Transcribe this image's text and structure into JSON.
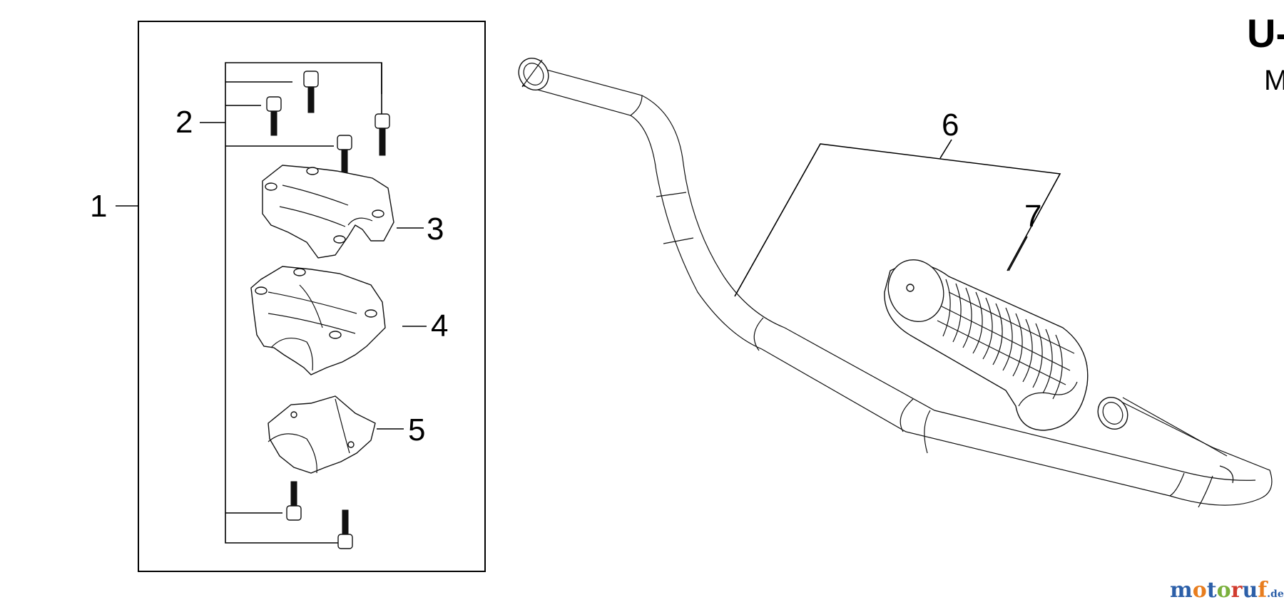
{
  "header": {
    "code": "U-",
    "sub": "M"
  },
  "callouts": [
    "1",
    "2",
    "3",
    "4",
    "5",
    "6",
    "7"
  ],
  "watermark": {
    "letters": [
      {
        "ch": "m",
        "color": "#2c5fa8"
      },
      {
        "ch": "o",
        "color": "#e87d1e"
      },
      {
        "ch": "t",
        "color": "#2c5fa8"
      },
      {
        "ch": "o",
        "color": "#7ab03c"
      },
      {
        "ch": "r",
        "color": "#d13b2e"
      },
      {
        "ch": "u",
        "color": "#2c5fa8"
      },
      {
        "ch": "f",
        "color": "#e87d1e"
      }
    ],
    "suffix": ".de"
  }
}
